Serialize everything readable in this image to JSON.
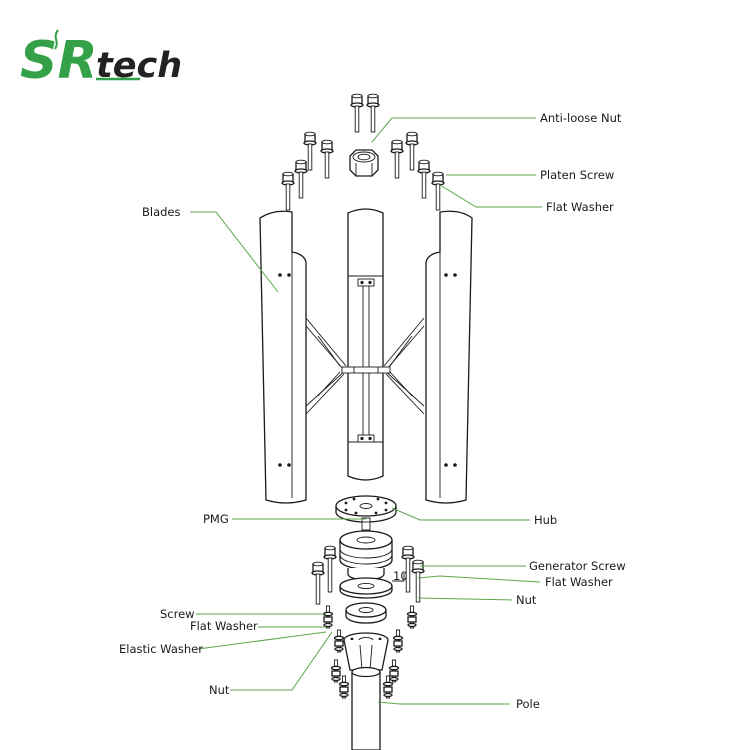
{
  "brand": {
    "logo_text": "SRtech",
    "logo_mark": "SR",
    "logo_suffix": "tech",
    "colors": {
      "green": "#34a047",
      "dark": "#222222"
    }
  },
  "labels": {
    "anti_loose_nut": "Anti-loose Nut",
    "platen_screw": "Platen Screw",
    "flat_washer_top": "Flat Washer",
    "blades": "Blades",
    "pmg": "PMG",
    "hub": "Hub",
    "generator_screw": "Generator Screw",
    "flat_washer_mid": "Flat Washer",
    "nut_right": "Nut",
    "screw": "Screw",
    "flat_washer_left": "Flat Washer",
    "elastic_washer": "Elastic Washer",
    "nut_left": "Nut",
    "pole": "Pole"
  },
  "annotation_number": "10",
  "colors": {
    "leader_line": "#5aa64a",
    "line_art": "#1a1a1a"
  }
}
